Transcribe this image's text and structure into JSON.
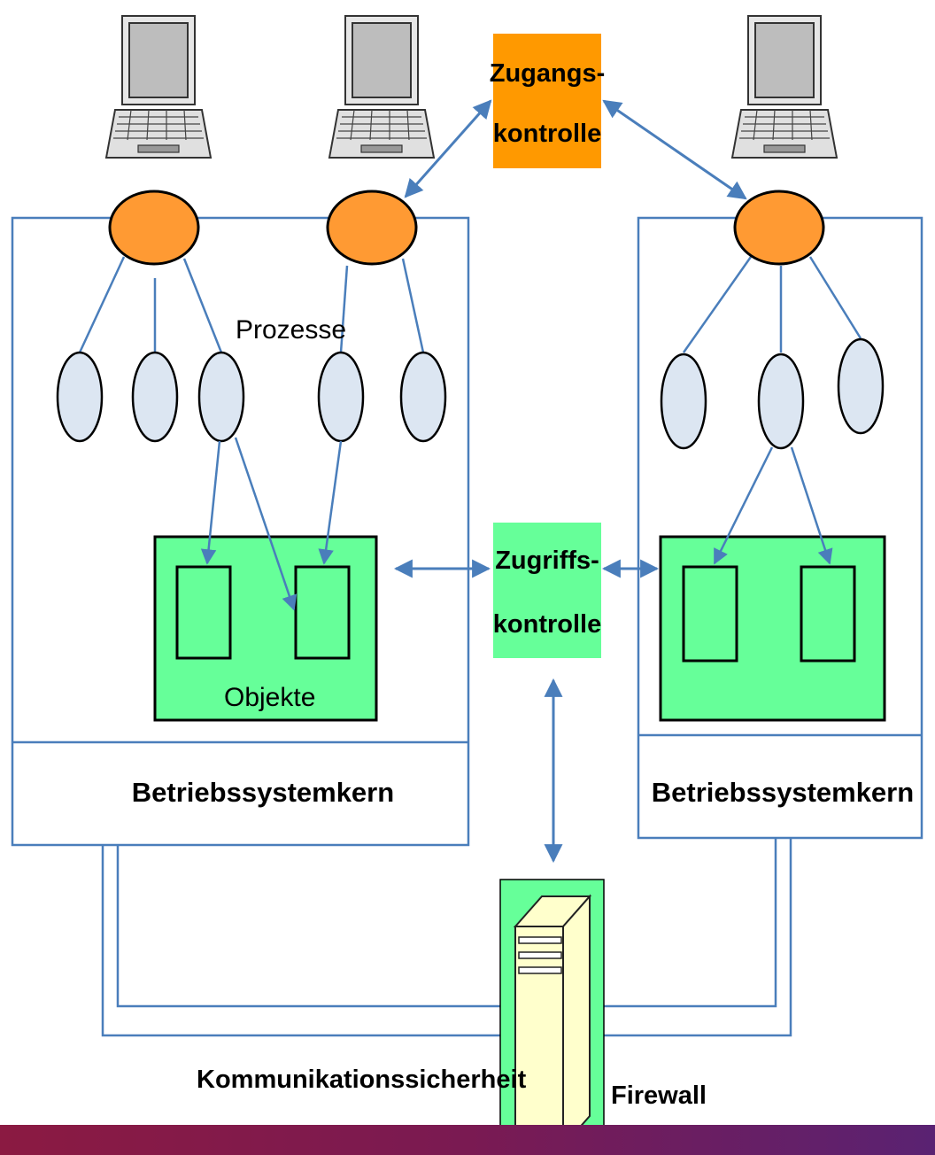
{
  "labels": {
    "zugang_line1": "Zugangs-",
    "zugang_line2": "kontrolle",
    "zugriff_line1": "Zugriffs-",
    "zugriff_line2": "kontrolle",
    "prozesse": "Prozesse",
    "objekte": "Objekte",
    "kern_left": "Betriebssystemkern",
    "kern_right": "Betriebssystemkern",
    "kommunikation": "Kommunikationssicherheit",
    "firewall": "Firewall"
  },
  "colors": {
    "line": "#4a7ebb",
    "orange": "#ff9a33",
    "orange_box": "#ff9900",
    "process": "#dce6f2",
    "object_area": "#66ff99",
    "zugriff_box": "#66ff99",
    "firewall_bg": "#66ff99",
    "server": "#ffffcc",
    "footer_bar": "#7a1a52"
  },
  "icons": [
    "laptop-icon",
    "laptop-icon",
    "laptop-icon",
    "server-tower-icon"
  ]
}
